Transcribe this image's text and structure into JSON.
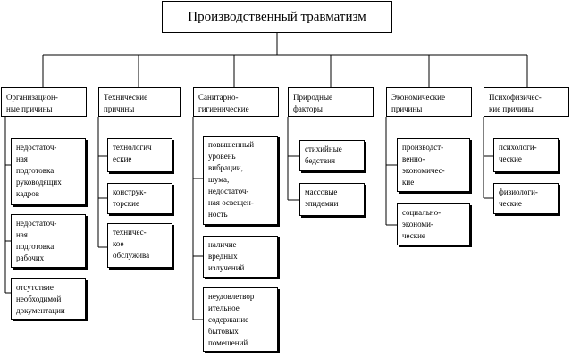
{
  "title": "Производственный травматизм",
  "categories": [
    {
      "label": "Организацион-\nные причины",
      "items": [
        "недостаточ-\nная\nподготовка\nруководящих\nкадров",
        "недостаточ-\nная\nподготовка\nрабочих",
        "отсутствие\nнеобходимой\nдокументации"
      ]
    },
    {
      "label": "Технические\nпричины",
      "items": [
        "технологич\nеские",
        "конструк-\nторские",
        "техничес-\nкое\nобслужива"
      ]
    },
    {
      "label": "Санитарно-\nгигиенические",
      "items": [
        "повышенный\nуровень\nвибрации,\nшума,\nнедостаточ-\nная освещен-\nность",
        "наличие\nвредных\nизлучений",
        "неудовлетвор\nительное\nсодержание\nбытовых\nпомещений"
      ]
    },
    {
      "label": "Природные\nфакторы",
      "items": [
        "стихийные\nбедствия",
        "массовые\nэпидемии"
      ]
    },
    {
      "label": "Экономические\nпричины",
      "items": [
        "производст-\nвенно-\nэкономичес-\nкие",
        "социально-\nэкономи-\nческие"
      ]
    },
    {
      "label": "Психофизичес-\nкие причины",
      "items": [
        "психологи-\nческие",
        "физиологи-\nческие"
      ]
    }
  ]
}
